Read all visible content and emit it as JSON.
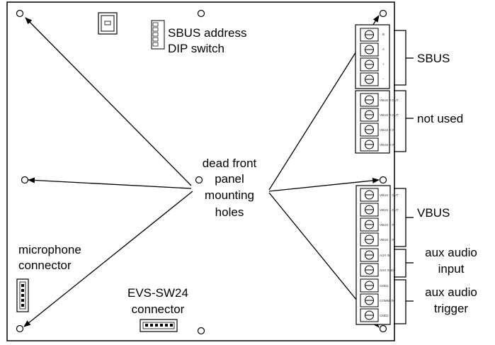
{
  "labels": {
    "dip_line1": "SBUS address",
    "dip_line2": "DIP switch",
    "dead_front_line1": "dead front",
    "dead_front_line2": "panel",
    "dead_front_line3": "mounting",
    "dead_front_line4": "holes",
    "sbus": "SBUS",
    "not_used": "not used",
    "vbus": "VBUS",
    "aux_input_line1": "aux audio",
    "aux_input_line2": "input",
    "aux_trigger_line1": "aux audio",
    "aux_trigger_line2": "trigger",
    "mic_line1": "microphone",
    "mic_line2": "connector",
    "sw24_line1": "EVS-SW24",
    "sw24_line2": "connector"
  },
  "terminal_block_top": {
    "group1_marks": [
      "B",
      "A",
      "+",
      "−"
    ],
    "group2_marks": [
      "VBUS 2 OUT",
      "VBUS 2 OUT",
      "VBUS 2 IN",
      "VBUS 2 IN"
    ]
  },
  "terminal_block_bottom": {
    "marks": [
      "VBUS 1 OUT",
      "VBUS 1 OUT",
      "VBUS 1 IN",
      "VBUS 1 IN",
      "AUX IN",
      "AUX GND",
      "CMD1",
      "COMMON",
      "CMD2"
    ]
  },
  "colors": {
    "stroke": "#000000",
    "background": "#ffffff"
  }
}
